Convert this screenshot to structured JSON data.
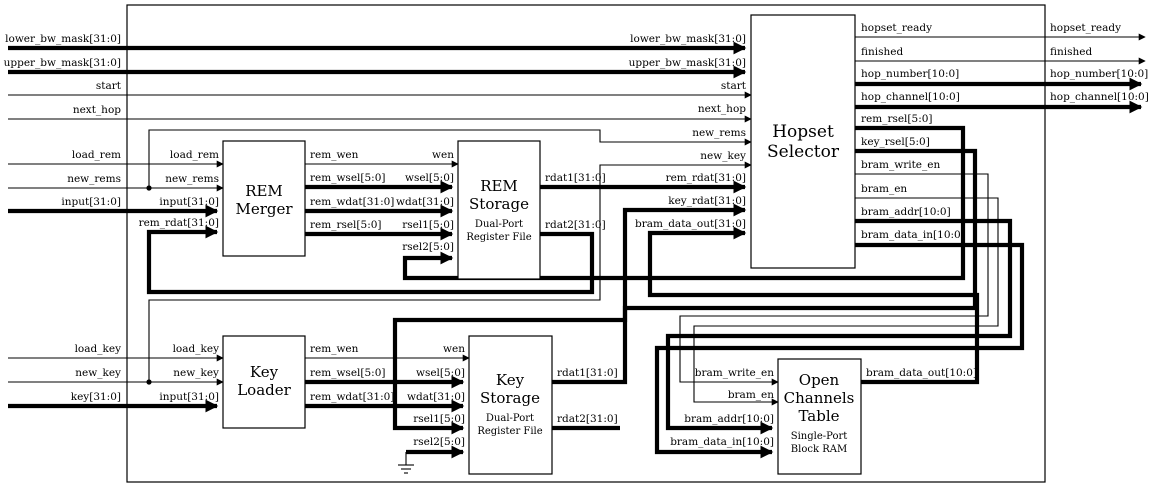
{
  "blocks": {
    "merger": {
      "title": [
        "REM",
        "Merger"
      ]
    },
    "rem_storage": {
      "title": [
        "REM",
        "Storage"
      ],
      "subtitle": [
        "Dual-Port",
        "Register File"
      ]
    },
    "key_loader": {
      "title": [
        "Key",
        "Loader"
      ]
    },
    "key_storage": {
      "title": [
        "Key",
        "Storage"
      ],
      "subtitle": [
        "Dual-Port",
        "Register File"
      ]
    },
    "hopset": {
      "title": [
        "Hopset",
        "Selector"
      ]
    },
    "oct": {
      "title": [
        "Open",
        "Channels",
        "Table"
      ],
      "subtitle": [
        "Single-Port",
        "Block RAM"
      ]
    }
  },
  "top_inputs": [
    "lower_bw_mask[31:0]",
    "upper_bw_mask[31:0]",
    "start",
    "next_hop"
  ],
  "rem_inputs": [
    "load_rem",
    "new_rems",
    "input[31:0]"
  ],
  "key_inputs": [
    "load_key",
    "new_key",
    "key[31:0]"
  ],
  "outputs": [
    "hopset_ready",
    "finished",
    "hop_number[10:0]",
    "hop_channel[10:0]"
  ],
  "ports": {
    "merger_in": [
      "load_rem",
      "new_rems",
      "input[31:0]",
      "rem_rdat[31:0]"
    ],
    "merger_out": [
      "rem_wen",
      "rem_wsel[5:0]",
      "rem_wdat[31:0]",
      "rem_rsel[5:0]"
    ],
    "rem_storage_in": [
      "wen",
      "wsel[5:0]",
      "wdat[31:0]",
      "rsel1[5:0]",
      "rsel2[5:0]"
    ],
    "rem_storage_out": [
      "rdat1[31:0]",
      "rdat2[31:0]"
    ],
    "loader_in": [
      "load_key",
      "new_key",
      "input[31:0]"
    ],
    "loader_out": [
      "rem_wen",
      "rem_wsel[5:0]",
      "rem_wdat[31:0]"
    ],
    "key_storage_in": [
      "wen",
      "wsel[5:0]",
      "wdat[31:0]",
      "rsel1[5:0]",
      "rsel2[5:0]"
    ],
    "key_storage_out": [
      "rdat1[31:0]",
      "rdat2[31:0]"
    ],
    "hopset_in": [
      "lower_bw_mask[31:0]",
      "upper_bw_mask[31:0]",
      "start",
      "next_hop",
      "new_rems",
      "new_key",
      "rem_rdat[31:0]",
      "key_rdat[31:0]",
      "bram_data_out[31:0]"
    ],
    "hopset_out": [
      "hopset_ready",
      "finished",
      "hop_number[10:0]",
      "hop_channel[10:0]",
      "rem_rsel[5:0]",
      "key_rsel[5:0]",
      "bram_write_en",
      "bram_en",
      "bram_addr[10:0]",
      "bram_data_in[10:0]"
    ],
    "oct_in": [
      "bram_write_en",
      "bram_en",
      "bram_addr[10:0]",
      "bram_data_in[10:0]"
    ],
    "oct_out": [
      "bram_data_out[10:0]"
    ]
  }
}
